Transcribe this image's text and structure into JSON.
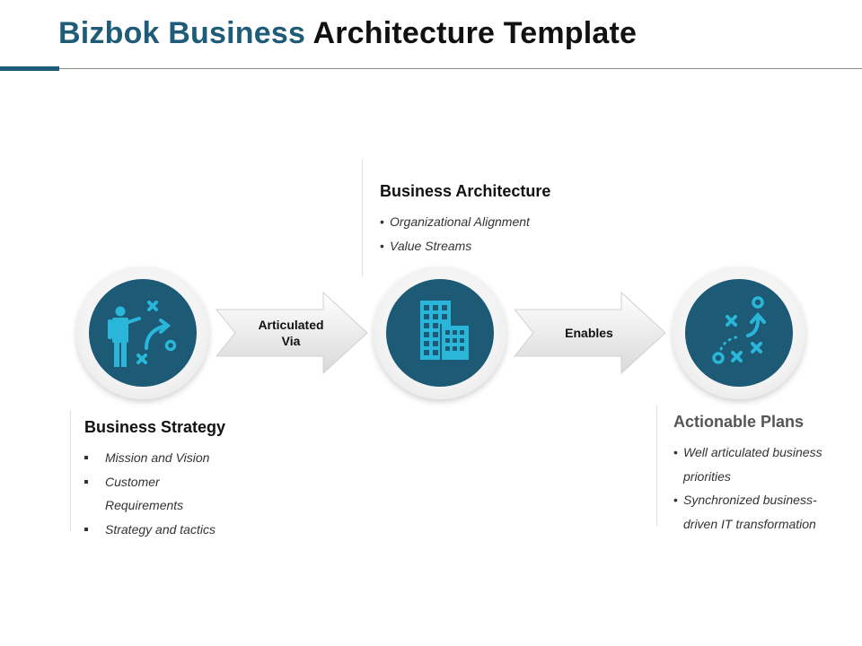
{
  "title": {
    "part1": "Bizbok Business",
    "part2": "Architecture Template"
  },
  "colors": {
    "accent": "#1e5c7a",
    "disc": "#1c5a76",
    "icon": "#29b6d8"
  },
  "nodes": [
    {
      "id": "strategy",
      "icon": "presenter-strategy-icon"
    },
    {
      "id": "architecture",
      "icon": "buildings-icon"
    },
    {
      "id": "plans",
      "icon": "tactics-plan-icon"
    }
  ],
  "connectors": [
    {
      "label_line1": "Articulated",
      "label_line2": "Via"
    },
    {
      "label_line1": "Enables",
      "label_line2": ""
    }
  ],
  "business_architecture": {
    "heading": "Business Architecture",
    "items": [
      "Organizational Alignment",
      "Value Streams"
    ]
  },
  "business_strategy": {
    "heading": "Business Strategy",
    "items": [
      "Mission and Vision",
      "Customer",
      "Requirements",
      "Strategy and tactics"
    ]
  },
  "actionable_plans": {
    "heading": "Actionable Plans",
    "items": [
      "Well articulated business",
      "priorities",
      "Synchronized business-",
      "driven IT transformation"
    ]
  }
}
